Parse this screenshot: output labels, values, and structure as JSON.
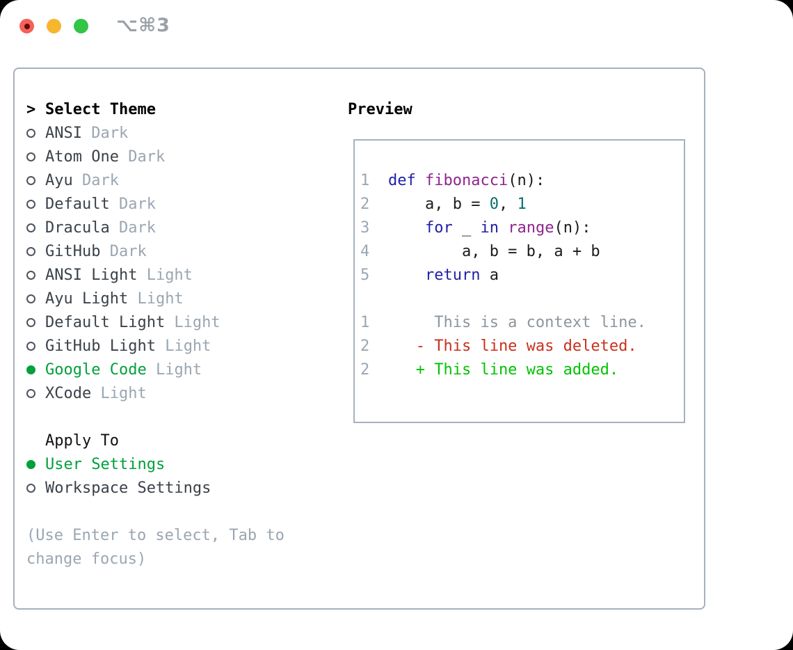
{
  "window": {
    "title": "⌥⌘3"
  },
  "colors": {
    "selection_green": "#00a03a",
    "diff_added_green": "#00c300",
    "diff_deleted_red": "#c9301c",
    "keyword_blue": "#1f1fa8",
    "function_purple": "#8e268e",
    "literal_teal": "#076e6e",
    "muted_gray": "#9aa6b2",
    "traffic_red": "#f4605a",
    "traffic_yellow": "#f6b62e",
    "traffic_green": "#32c546"
  },
  "theme_panel": {
    "header": {
      "prefix": ">",
      "label": "Select Theme"
    },
    "items": [
      {
        "name": "ANSI",
        "variant": "Dark",
        "selected": false
      },
      {
        "name": "Atom One",
        "variant": "Dark",
        "selected": false
      },
      {
        "name": "Ayu",
        "variant": "Dark",
        "selected": false
      },
      {
        "name": "Default",
        "variant": "Dark",
        "selected": false
      },
      {
        "name": "Dracula",
        "variant": "Dark",
        "selected": false
      },
      {
        "name": "GitHub",
        "variant": "Dark",
        "selected": false
      },
      {
        "name": "ANSI Light",
        "variant": "Light",
        "selected": false
      },
      {
        "name": "Ayu Light",
        "variant": "Light",
        "selected": false
      },
      {
        "name": "Default Light",
        "variant": "Light",
        "selected": false
      },
      {
        "name": "GitHub Light",
        "variant": "Light",
        "selected": false
      },
      {
        "name": "Google Code",
        "variant": "Light",
        "selected": true
      },
      {
        "name": "XCode",
        "variant": "Light",
        "selected": false
      }
    ],
    "apply_to": {
      "label": "Apply To",
      "options": [
        {
          "name": "User Settings",
          "selected": true
        },
        {
          "name": "Workspace Settings",
          "selected": false
        }
      ]
    },
    "hint_lines": [
      "(Use Enter to select, Tab to",
      "change focus)"
    ]
  },
  "preview": {
    "label": "Preview",
    "lines": [
      {
        "num": "1",
        "kind": "code",
        "tokens": [
          {
            "t": "def",
            "c": "kw"
          },
          {
            "t": " ",
            "c": "pln"
          },
          {
            "t": "fibonacci",
            "c": "fn"
          },
          {
            "t": "(n):",
            "c": "pln"
          }
        ]
      },
      {
        "num": "2",
        "kind": "code",
        "tokens": [
          {
            "t": "    a, b = ",
            "c": "pln"
          },
          {
            "t": "0",
            "c": "lit"
          },
          {
            "t": ", ",
            "c": "pln"
          },
          {
            "t": "1",
            "c": "lit"
          }
        ]
      },
      {
        "num": "3",
        "kind": "code",
        "tokens": [
          {
            "t": "    ",
            "c": "pln"
          },
          {
            "t": "for",
            "c": "kw"
          },
          {
            "t": " _ ",
            "c": "pln"
          },
          {
            "t": "in",
            "c": "kw"
          },
          {
            "t": " ",
            "c": "pln"
          },
          {
            "t": "range",
            "c": "fn"
          },
          {
            "t": "(n):",
            "c": "pln"
          }
        ]
      },
      {
        "num": "4",
        "kind": "code",
        "tokens": [
          {
            "t": "        a, b = b, a + b",
            "c": "pln"
          }
        ]
      },
      {
        "num": "5",
        "kind": "code",
        "tokens": [
          {
            "t": "    ",
            "c": "pln"
          },
          {
            "t": "return",
            "c": "kw"
          },
          {
            "t": " a",
            "c": "pln"
          }
        ]
      },
      {
        "num": "",
        "kind": "blank",
        "tokens": []
      },
      {
        "num": "1",
        "kind": "diff-context",
        "tokens": [
          {
            "t": "     This is a context line.",
            "c": "ctx"
          }
        ]
      },
      {
        "num": "2",
        "kind": "diff-deleted",
        "tokens": [
          {
            "t": "   - This line was deleted.",
            "c": "del"
          }
        ]
      },
      {
        "num": "2",
        "kind": "diff-added",
        "tokens": [
          {
            "t": "   + This line was added.",
            "c": "add"
          }
        ]
      }
    ]
  }
}
